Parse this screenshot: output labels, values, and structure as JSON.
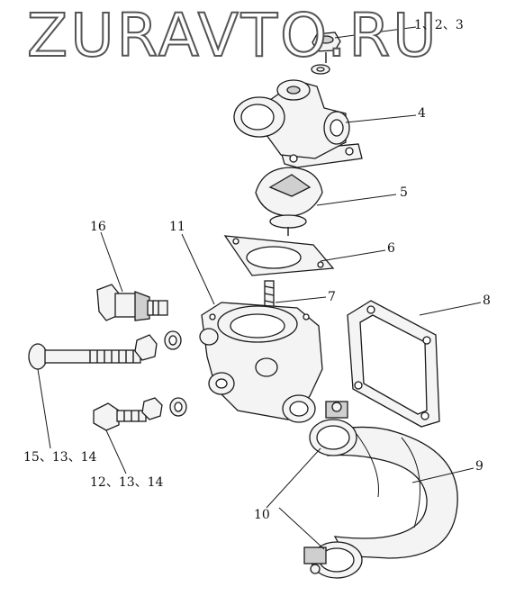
{
  "watermark": {
    "text": "ZURAVTO.RU"
  },
  "callouts": {
    "c1": "1、2、3",
    "c4": "4",
    "c5": "5",
    "c6": "6",
    "c7": "7",
    "c8": "8",
    "c9": "9",
    "c10": "10",
    "c11": "11",
    "c12": "12、13、14",
    "c15": "15、13、14",
    "c16": "16"
  }
}
